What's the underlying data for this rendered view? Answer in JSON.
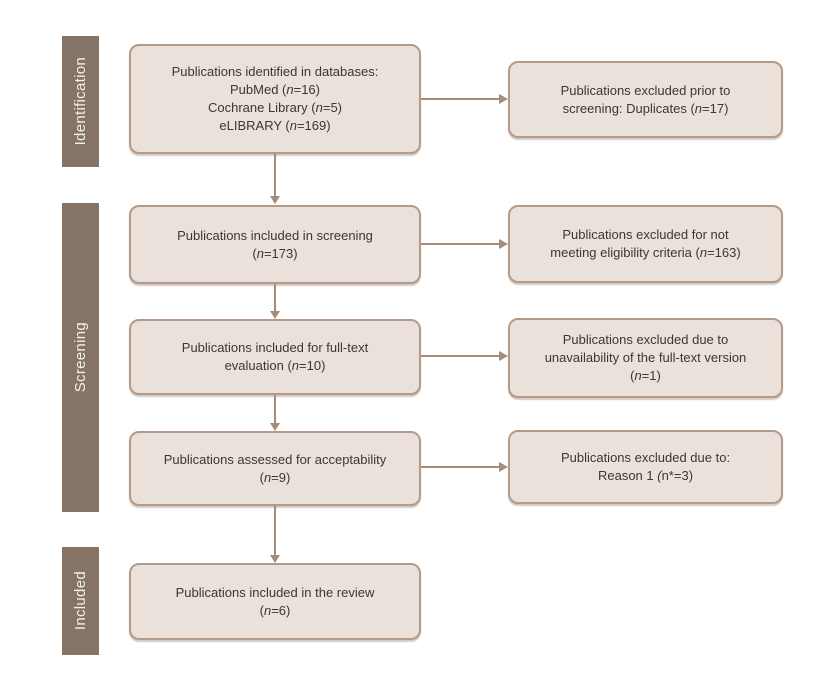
{
  "colors": {
    "stage_band": "#857365",
    "box_fill": "#e9e1da",
    "box_border": "#b49a89",
    "arrow": "#a48b7a",
    "text": "#3c3733",
    "stage_label_text": "#f3efe9",
    "background": "#ffffff"
  },
  "stages": [
    {
      "id": "identification",
      "label": "Identification"
    },
    {
      "id": "screening",
      "label": "Screening"
    },
    {
      "id": "included",
      "label": "Included"
    }
  ],
  "main_flow": [
    {
      "id": "identified",
      "lines": [
        "Publications identified in databases:",
        "PubMed (*n*=16)",
        "Cochrane Library (*n*=5)",
        "eLIBRARY (*n*=169)"
      ]
    },
    {
      "id": "screened",
      "lines": [
        "Publications included in screening",
        "(*n*=173)"
      ]
    },
    {
      "id": "full-text-evaluation",
      "lines": [
        "Publications included for full-text",
        "evaluation (*n*=10)"
      ]
    },
    {
      "id": "assessed-acceptability",
      "lines": [
        "Publications assessed for acceptability",
        "(*n*=9)"
      ]
    },
    {
      "id": "included-review",
      "lines": [
        "Publications included in the review",
        "(*n*=6)"
      ]
    }
  ],
  "exclusions": [
    {
      "id": "duplicates",
      "lines": [
        "Publications excluded prior to",
        "screening: Duplicates (*n*=17)"
      ]
    },
    {
      "id": "eligibility",
      "lines": [
        "Publications excluded for not",
        "meeting eligibility criteria (*n*=163)"
      ]
    },
    {
      "id": "full-text-unavailable",
      "lines": [
        "Publications excluded due to",
        "unavailability of the full-text version",
        "(*n*=1)"
      ]
    },
    {
      "id": "reason-1",
      "lines": [
        "Publications excluded due to:",
        "Reason 1^*^ (*n*=3)"
      ]
    }
  ]
}
